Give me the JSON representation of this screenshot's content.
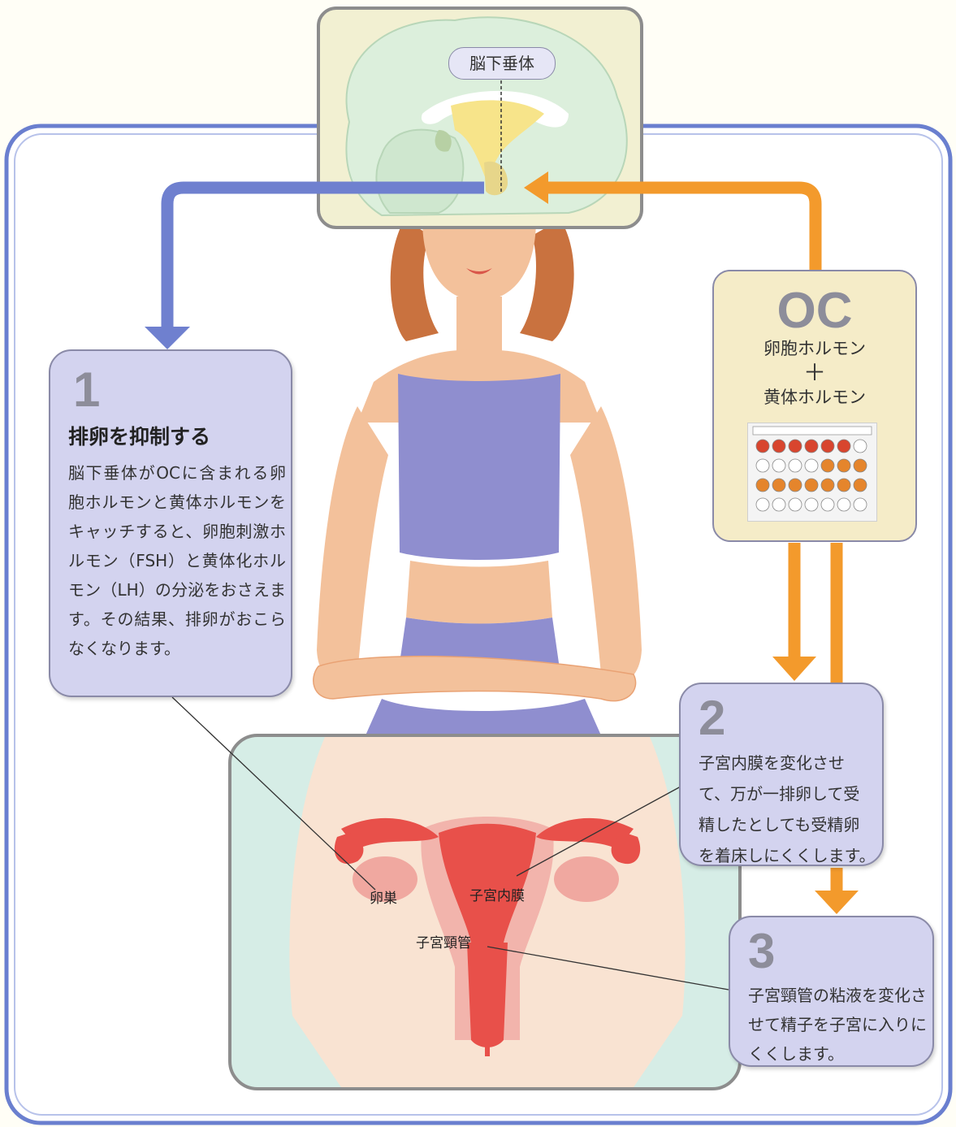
{
  "brain": {
    "label": "脳下垂体"
  },
  "oc": {
    "title": "OC",
    "line1": "卵胞ホルモン",
    "plus": "＋",
    "line2": "黄体ホルモン"
  },
  "box1": {
    "number": "1",
    "heading": "排卵を抑制する",
    "body": "脳下垂体がOCに含まれる卵胞ホルモンと黄体ホルモンをキャッチすると、卵胞刺激ホルモン（FSH）と黄体化ホルモン（LH）の分泌をおさえます。その結果、排卵がおこらなくなります。"
  },
  "box2": {
    "number": "2",
    "body": "子宮内膜を変化させて、万が一排卵して受精したとしても受精卵を着床しにくくします。"
  },
  "box3": {
    "number": "3",
    "body": "子宮頸管の粘液を変化させて精子を子宮に入りにくくします。"
  },
  "labels": {
    "ovary": "卵巣",
    "endometrium": "子宮内膜",
    "cervical_canal": "子宮頸管"
  },
  "colors": {
    "blue_arrow": "#6f80cf",
    "orange_arrow": "#f39a2c",
    "callout_box": "#d3d3ef",
    "oc_box": "#f5ecc8",
    "frame": "#6a7fcf"
  }
}
